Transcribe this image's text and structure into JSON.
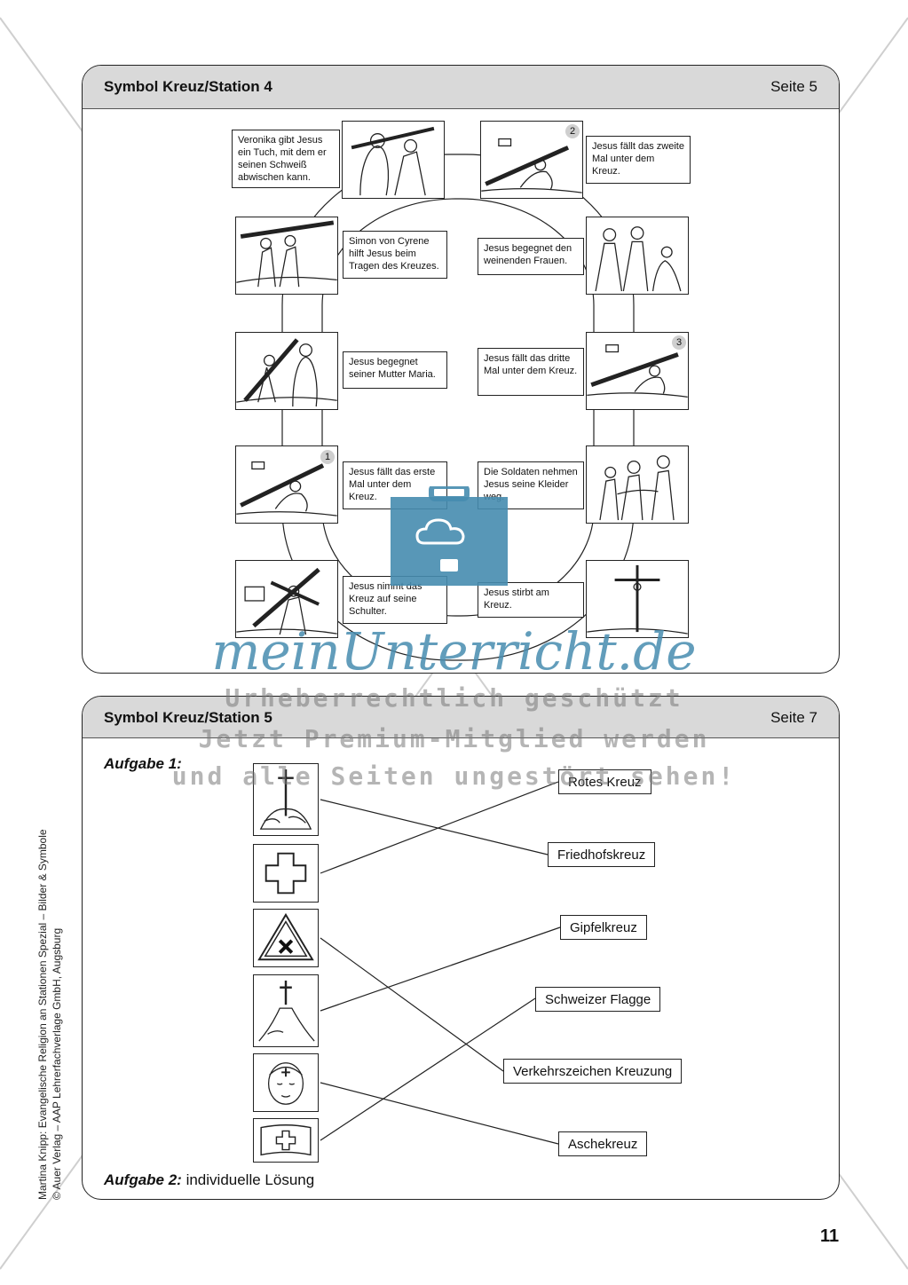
{
  "panel1": {
    "title": "Symbol Kreuz/Station 4",
    "page": "Seite 5",
    "left_texts": [
      "Veronika gibt Jesus ein Tuch, mit dem er seinen Schweiß abwischen kann.",
      "Simon von Cyrene hilft Jesus beim Tragen des Kreuzes.",
      "Jesus begegnet seiner Mutter Maria.",
      "Jesus fällt das erste Mal unter dem Kreuz.",
      "Jesus nimmt das Kreuz auf seine Schulter."
    ],
    "right_texts": [
      "Jesus fällt das zweite Mal unter dem Kreuz.",
      "Jesus begegnet den weinenden Frauen.",
      "Jesus fällt das dritte Mal unter dem Kreuz.",
      "Die Soldaten nehmen Jesus seine Kleider weg.",
      "Jesus stirbt am Kreuz."
    ],
    "badges": [
      "1",
      "2",
      "3"
    ]
  },
  "panel2": {
    "title": "Symbol Kreuz/Station 5",
    "page": "Seite 7",
    "task1_label": "Aufgabe 1:",
    "task2_label": "Aufgabe 2:",
    "task2_text": "individuelle Lösung",
    "icons": [
      "grave-cross-icon",
      "red-cross-icon",
      "crossing-sign-icon",
      "summit-cross-icon",
      "ash-cross-face-icon",
      "swiss-flag-icon"
    ],
    "labels": [
      "Rotes Kreuz",
      "Friedhofskreuz",
      "Gipfelkreuz",
      "Schweizer Flagge",
      "Verkehrszeichen Kreuzung",
      "Aschekreuz"
    ]
  },
  "sidebar": {
    "line1": "Martina Knipp: Evangelische Religion an Stationen Spezial – Bilder & Symbole",
    "line2": "© Auer Verlag – AAP Lehrerfachverlage GmbH, Augsburg"
  },
  "page_number": "11",
  "watermark": {
    "brand": "meinUnterricht.de",
    "line1": "Urheberrechtlich geschützt",
    "line2": "Jetzt Premium-Mitglied werden",
    "line3": "und alle Seiten ungestört sehen!"
  }
}
